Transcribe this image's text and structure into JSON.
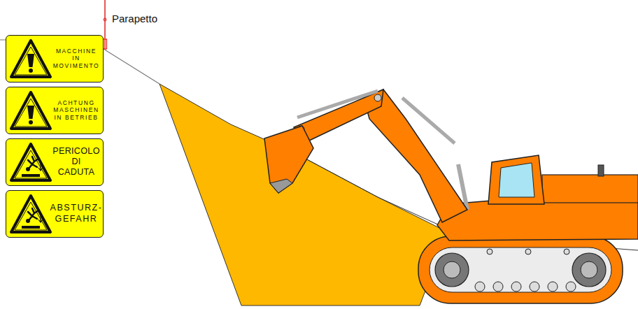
{
  "diagram": {
    "nodes": [
      {
        "text": [
          "MACCHINE IN MOVIMENTO"
        ]
      },
      {
        "text": [
          "ACHTUNG MASCHINEN IN BETRIEB"
        ]
      },
      {
        "text": [
          "PERICOLO DI CADUTA"
        ]
      },
      {
        "text": [
          "ABSTURZ- GEFAHR"
        ]
      }
    ],
    "labels": [
      "Parapetto"
    ]
  }
}
